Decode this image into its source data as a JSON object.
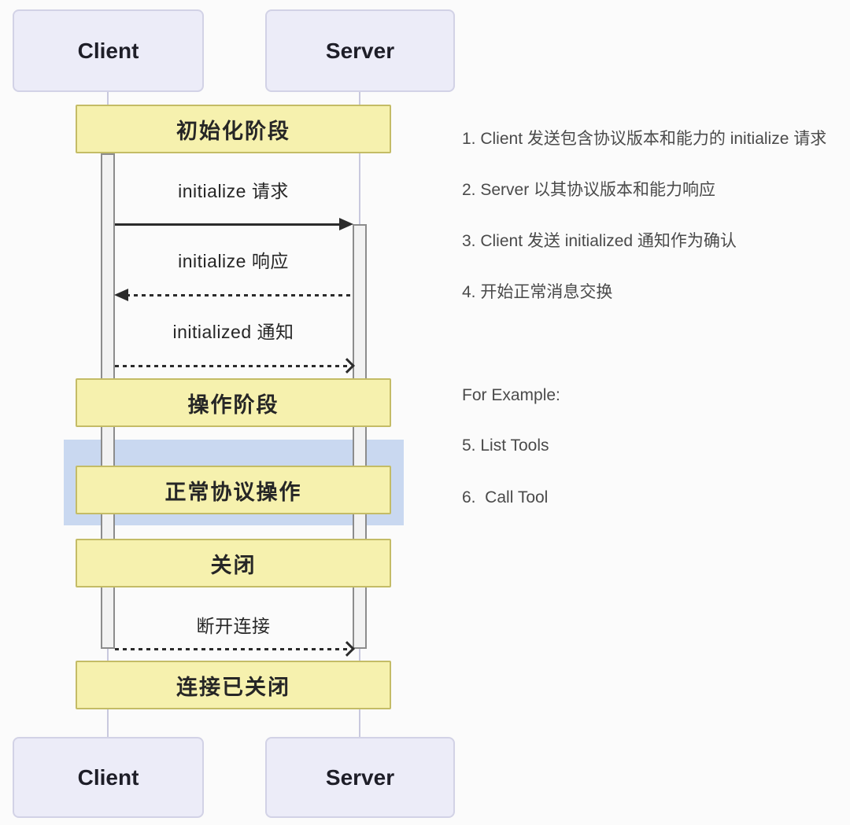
{
  "diagram": {
    "actors": {
      "client_label": "Client",
      "server_label": "Server"
    },
    "phases": [
      {
        "label": "初始化阶段"
      },
      {
        "label": "操作阶段"
      },
      {
        "label": "正常协议操作"
      },
      {
        "label": "关闭"
      },
      {
        "label": "连接已关闭"
      }
    ],
    "messages": [
      {
        "label": "initialize 请求",
        "style": "solid",
        "direction": "right",
        "from": "Client",
        "to": "Server"
      },
      {
        "label": "initialize 响应",
        "style": "dashed",
        "direction": "left",
        "from": "Server",
        "to": "Client"
      },
      {
        "label": "initialized 通知",
        "style": "dashed",
        "direction": "right",
        "from": "Client",
        "to": "Server"
      },
      {
        "label": "断开连接",
        "style": "dashed",
        "direction": "right",
        "from": "Client",
        "to": "Server"
      }
    ]
  },
  "notes": {
    "items": [
      "1. Client 发送包含协议版本和能力的 initialize 请求",
      "2. Server 以其协议版本和能力响应",
      "3. Client 发送 initialized 通知作为确认",
      "4. 开始正常消息交换"
    ],
    "example_heading": "For Example:",
    "example_items": [
      "5. List Tools",
      "6.  Call Tool"
    ]
  },
  "colors": {
    "phase_fill": "#F6F1AE",
    "phase_border": "#C4BC66",
    "actor_fill": "#ECECF8",
    "actor_border": "#D2D2E6",
    "highlight_fill": "#C9D8F0",
    "activation_fill": "#F2F2F2",
    "activation_border": "#8C8C8C",
    "lifeline": "#C9C9DE",
    "arrow": "#2B2B2B",
    "note_text": "#4A4A4A",
    "bg": "#FBFBFB"
  }
}
